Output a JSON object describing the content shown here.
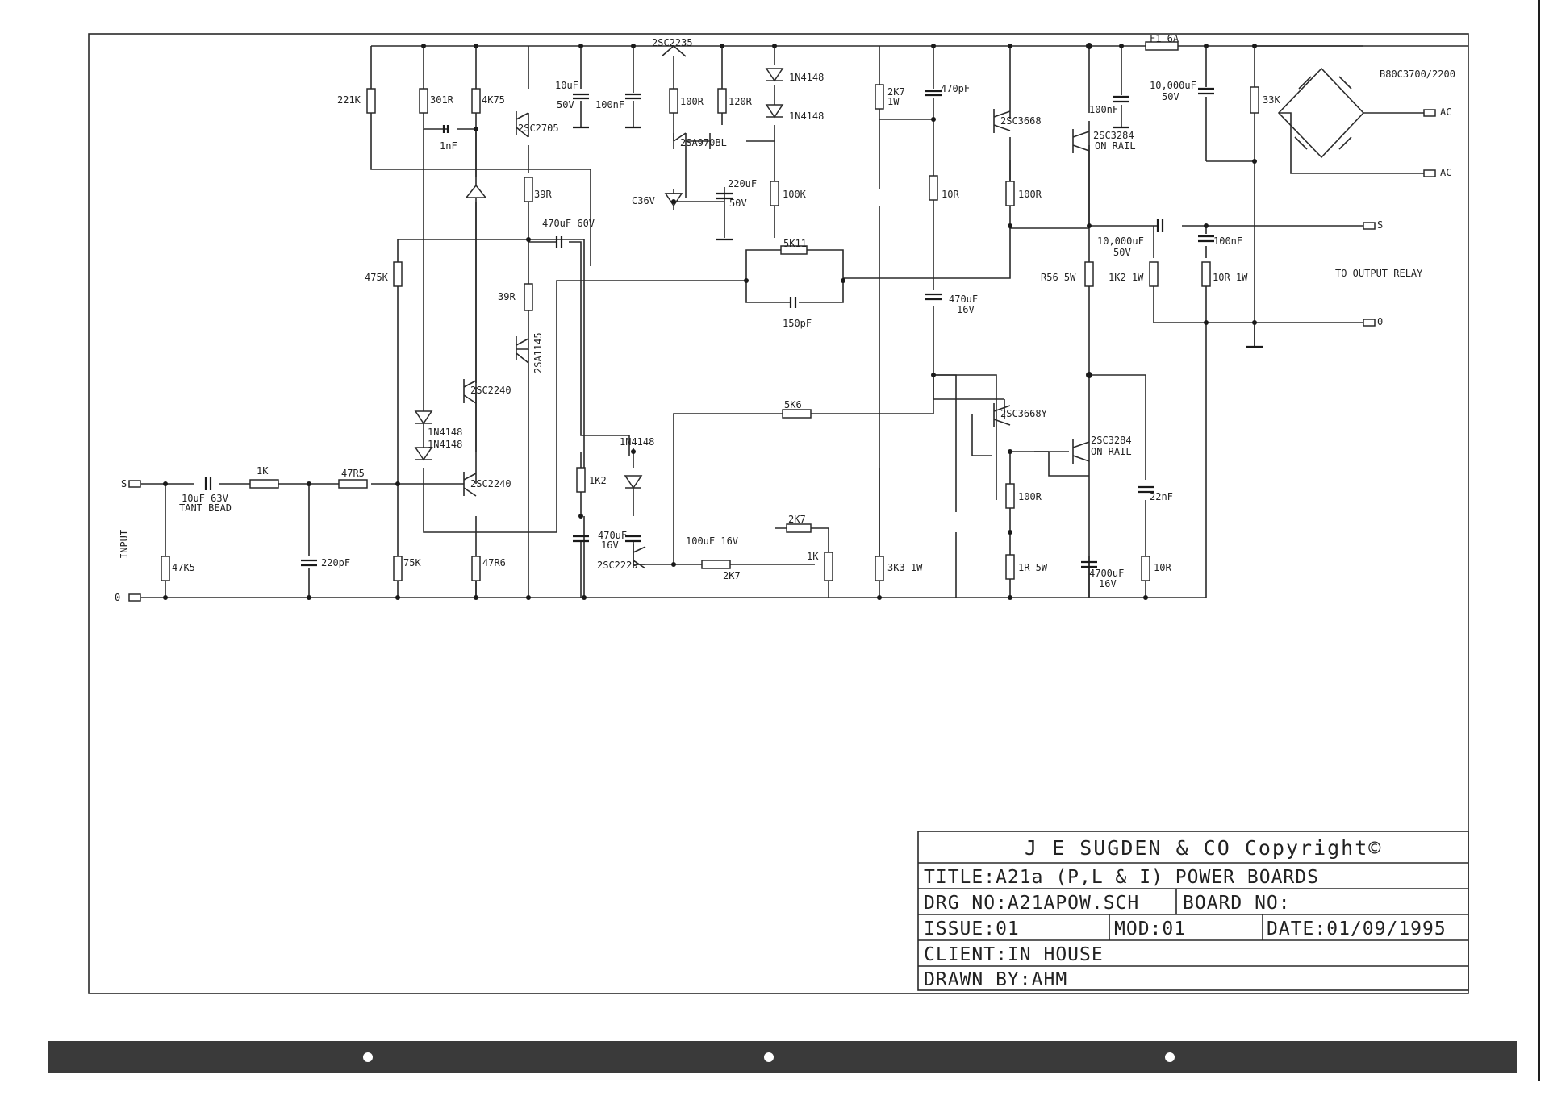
{
  "schematic": {
    "labels": {
      "r221k": "221K",
      "r301r": "301R",
      "r4k75": "4K75",
      "c1nf": "1nF",
      "q2sc2705": "2SC2705",
      "r39r_a": "39R",
      "c470uf60v": "470uF 60V",
      "r475k": "475K",
      "r39r_b": "39R",
      "q2sa1145": "2SA1145",
      "q2sc2240_a": "2SC2240",
      "d1n4148_a": "1N4148",
      "d1n4148_b": "1N4148",
      "q2sc2240_b": "2SC2240",
      "c10uf": "10uF",
      "v50v_a": "50V",
      "c100nf_a": "100nF",
      "q2sc2235": "2SC2235",
      "r100r_a": "100R",
      "r120r": "120R",
      "d1n4148_c": "1N4148",
      "d1n4148_d": "1N4148",
      "q2sa970bl": "2SA970BL",
      "zc36v": "C36V",
      "c220uf": "220uF",
      "v50v_b": "50V",
      "r100k": "100K",
      "r5k11": "5K11",
      "c150pf": "150pF",
      "r2k7_1w": "2K7",
      "v1w_a": "1W",
      "c470pf": "470pF",
      "r10r_a": "10R",
      "c470uf16v_a": "470uF",
      "v16v_a": "16V",
      "q2sc3668": "2SC3668",
      "r100r_b": "100R",
      "fuse": "F1 6A",
      "c100nf_b": "100nF",
      "q2sc3284_a": "2SC3284",
      "onrail_a": "ON RAIL",
      "c10000uf_a": "10,000uF",
      "v50v_c": "50V",
      "r33k": "33K",
      "bridge": "B80C3700/2200",
      "ac1": "AC",
      "ac2": "AC",
      "c10000uf_b": "10,000uF",
      "v50v_d": "50V",
      "c100nf_c": "100nF",
      "s_out": "S",
      "r56": "R56 5W",
      "r1k2": "1K2 1W",
      "r10r1w": "10R 1W",
      "relay": "TO OUTPUT RELAY",
      "zero_out": "0",
      "r5k6": "5K6",
      "q2sc3668y": "2SC3668Y",
      "q2sc3284_b": "2SC3284",
      "onrail_b": "ON RAIL",
      "d1n4148_e": "1N4148",
      "r1k2b": "1K2",
      "c22nf": "22nF",
      "r100r_c": "100R",
      "c470uf16v_b": "470uF",
      "v16v_b": "16V",
      "c100uf16v": "100uF 16V",
      "r2k7_a": "2K7",
      "q2sc2229": "2SC2229",
      "r2k7_b": "2K7",
      "pot1k": "1K",
      "r3k3": "3K3 1W",
      "r1r": "1R 5W",
      "c4700uf": "4700uF",
      "v16v_c": "16V",
      "r10r_b": "10R",
      "s_in": "S",
      "c10uf63v": "10uF 63V",
      "tant": "TANT BEAD",
      "r1k": "1K",
      "r47r5": "47R5",
      "input": "INPUT",
      "r47k5": "47K5",
      "c220pf": "220pF",
      "r75k": "75K",
      "r47r6": "47R6",
      "zero_in": "0"
    }
  },
  "title_block": {
    "company": "J E SUGDEN & CO Copyright©",
    "title": "TITLE:A21a (P,L & I) POWER BOARDS",
    "drg_no": "DRG NO:A21APOW.SCH",
    "board_no": "BOARD NO:",
    "issue": "ISSUE:01",
    "mod": "MOD:01",
    "date": "DATE:01/09/1995",
    "client": "CLIENT:IN HOUSE",
    "drawn_by": "DRAWN BY:AHM"
  }
}
